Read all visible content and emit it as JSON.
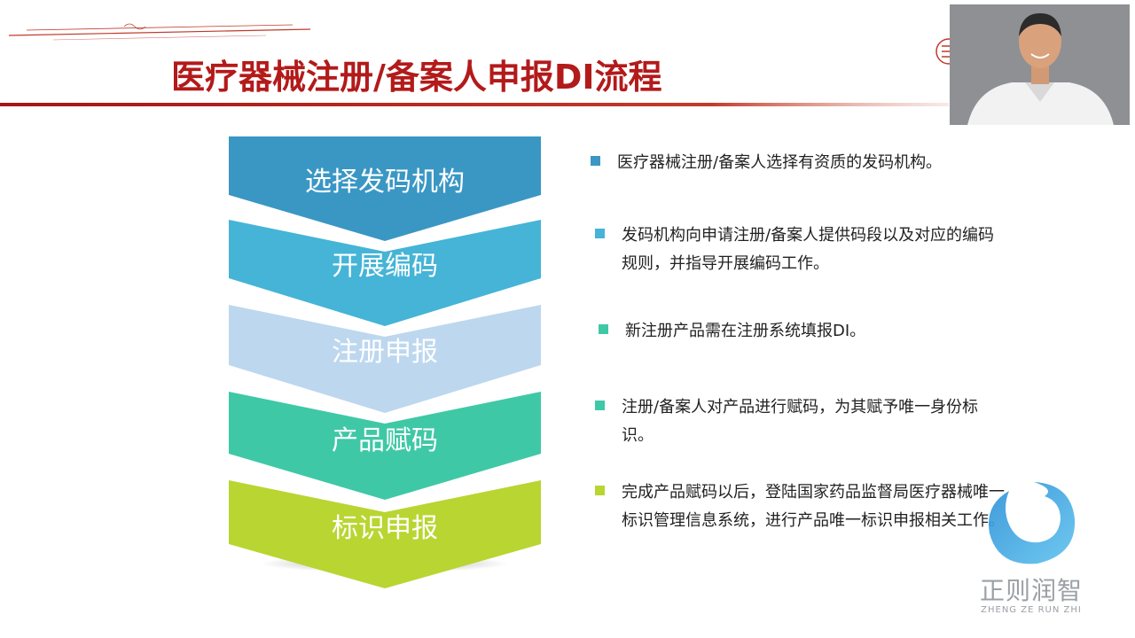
{
  "slide": {
    "title": "医疗器械注册/备案人申报DI流程"
  },
  "flow": {
    "steps": [
      {
        "label": "选择发码机构",
        "color": "#3a97c4"
      },
      {
        "label": "开展编码",
        "color": "#45b4d6"
      },
      {
        "label": "注册申报",
        "color": "#bdd7ee"
      },
      {
        "label": "产品赋码",
        "color": "#3fc8a6"
      },
      {
        "label": "标识申报",
        "color": "#b9d531"
      }
    ]
  },
  "bullets": [
    {
      "text": "医疗器械注册/备案人选择有资质的发码机构。",
      "color": "#3a97c4"
    },
    {
      "text": "发码机构向申请注册/备案人提供码段以及对应的编码规则，并指导开展编码工作。",
      "color": "#45b4d6"
    },
    {
      "text": "新注册产品需在注册系统填报DI。",
      "color": "#3fc8a6"
    },
    {
      "text": "注册/备案人对产品进行赋码，为其赋予唯一身份标识。",
      "color": "#3fc8a6"
    },
    {
      "text": "完成产品赋码以后，登陆国家药品监督局医疗器械唯一标识管理信息系统，进行产品唯一标识申报相关工作。",
      "color": "#b9d531"
    }
  ],
  "brand": {
    "name": "正则润智",
    "pinyin": "ZHENG ZE RUN ZHI",
    "accent": "#b31a1a"
  }
}
